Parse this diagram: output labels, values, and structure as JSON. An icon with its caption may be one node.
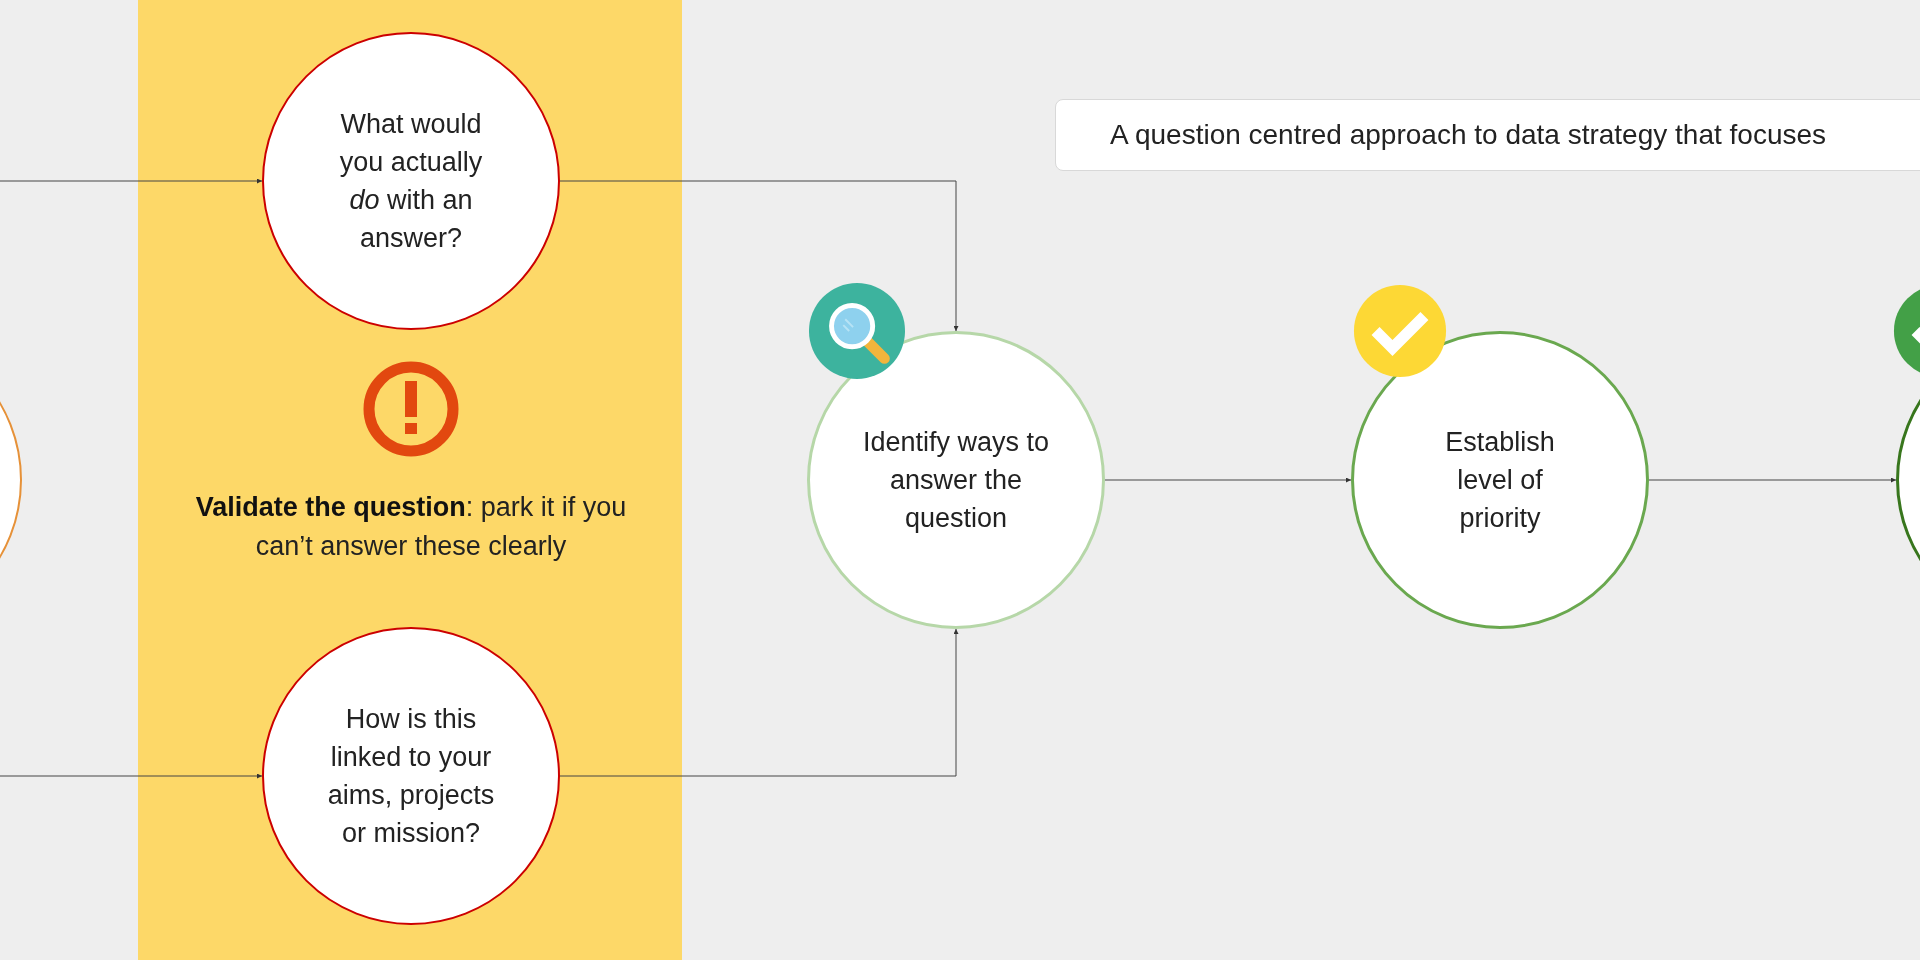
{
  "diagram": {
    "title": "A question centred approach to data strategy that focuses",
    "nodes": [
      {
        "text": [],
        "shape": "circle"
      },
      {
        "text": [
          "What would you actually *do* with an answer?"
        ]
      },
      {
        "text": [
          "How is this linked to your aims, projects or mission?"
        ]
      },
      {
        "text": [
          "Identify ways to answer the question"
        ]
      },
      {
        "text": [
          "Establish level of priority"
        ]
      },
      {
        "text": [],
        "shape": "circle"
      }
    ],
    "edges": [
      {
        "from": null,
        "to": 1,
        "arrow": "to"
      },
      {
        "from": null,
        "to": 2,
        "arrow": "to"
      },
      {
        "from": 1,
        "to": 3,
        "arrow": "to"
      },
      {
        "from": 2,
        "to": 3,
        "arrow": "to"
      },
      {
        "from": 3,
        "to": 4,
        "arrow": "to"
      },
      {
        "from": 4,
        "to": 5,
        "arrow": "to"
      }
    ],
    "labels": [
      "**Validate the question**: park it if you can’t answer these clearly"
    ]
  }
}
